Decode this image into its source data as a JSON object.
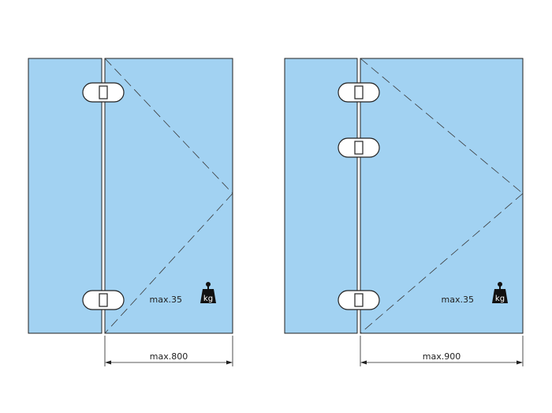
{
  "colors": {
    "glass": "#a2d2f2",
    "outline": "#222222",
    "hinge_fill": "#ffffff",
    "dash": "#3a3a3a",
    "weight_icon": "#111111"
  },
  "diagrams": [
    {
      "hinge_count": 2,
      "load_label": "max.35",
      "load_unit": "kg",
      "width_label": "max.800"
    },
    {
      "hinge_count": 3,
      "load_label": "max.35",
      "load_unit": "kg",
      "width_label": "max.900"
    }
  ]
}
